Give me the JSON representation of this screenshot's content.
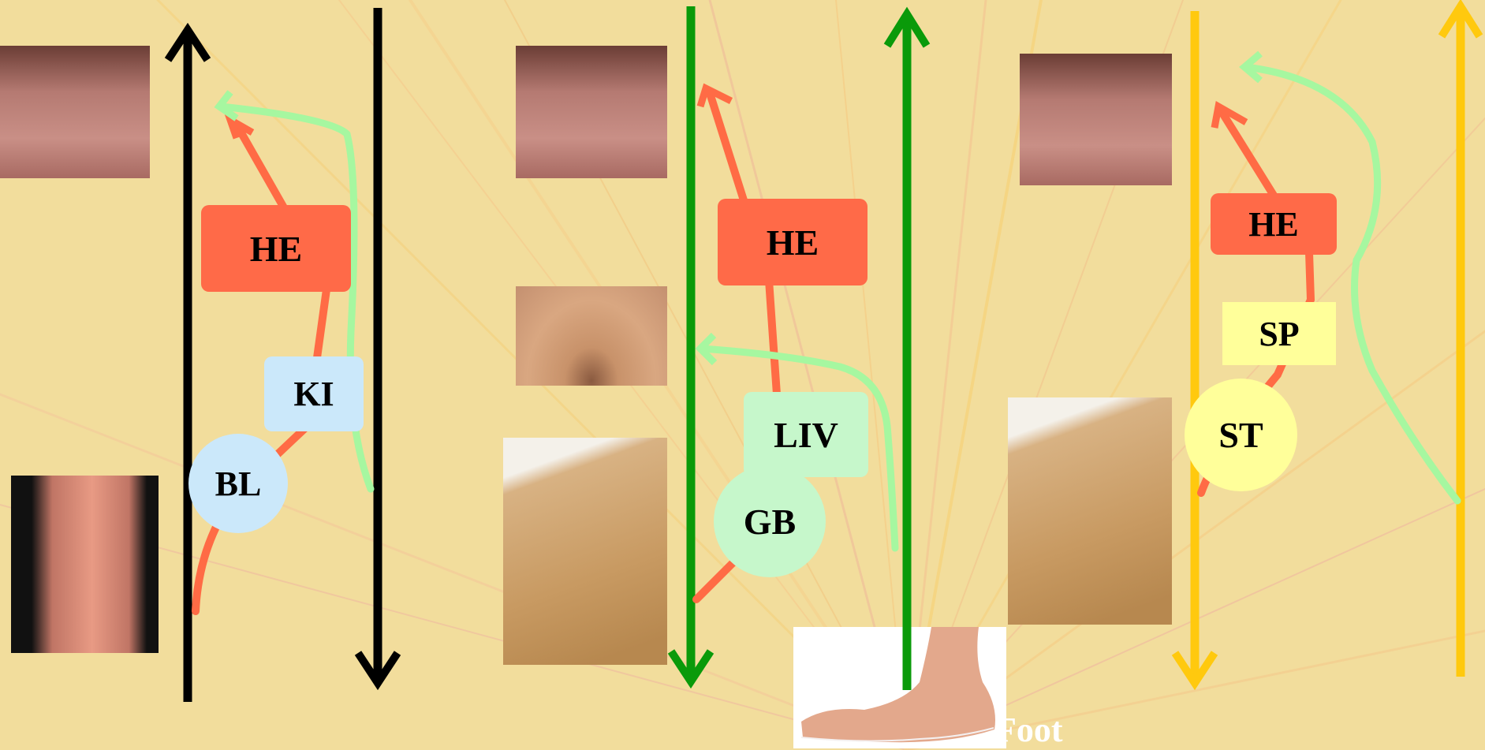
{
  "colors": {
    "background": "#f2dd9c",
    "black_channel": "#000000",
    "green_channel": "#0a9a0a",
    "yellow_channel": "#ffc90e",
    "heart_line": "#ff6b45",
    "secondary_line": "#a6f7a0",
    "he_box": "#ff6a48",
    "water_box": "#cbe8fa",
    "wood_box": "#c6f7cb",
    "earth_box": "#ffff9a"
  },
  "labels": {
    "he_1": "HE",
    "ki": "KI",
    "bl": "BL",
    "he_2": "HE",
    "liv": "LIV",
    "gb": "GB",
    "he_3": "HE",
    "sp": "SP",
    "st": "ST"
  },
  "caption": "Foot",
  "photos": {
    "neck": "neck-photo",
    "knee": "knee-photo",
    "groin": "groin-photo",
    "thigh": "thigh-photo",
    "foot": "foot-photo"
  }
}
